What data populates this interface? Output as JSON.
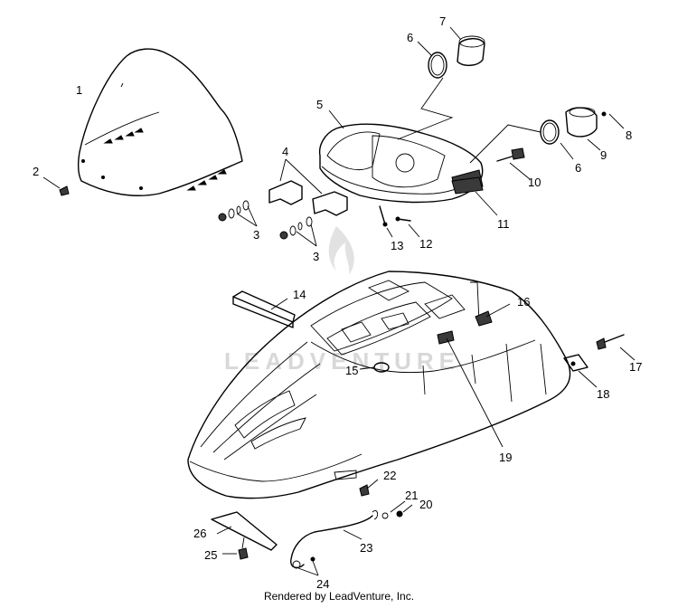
{
  "watermark": {
    "text": "LEADVENTURE"
  },
  "footer": {
    "text": "Rendered by LeadVenture, Inc."
  },
  "callouts": [
    "1",
    "2",
    "3",
    "3",
    "4",
    "5",
    "6",
    "6",
    "7",
    "8",
    "9",
    "10",
    "11",
    "12",
    "13",
    "14",
    "15",
    "16",
    "17",
    "18",
    "19",
    "20",
    "21",
    "22",
    "23",
    "24",
    "25",
    "26"
  ]
}
